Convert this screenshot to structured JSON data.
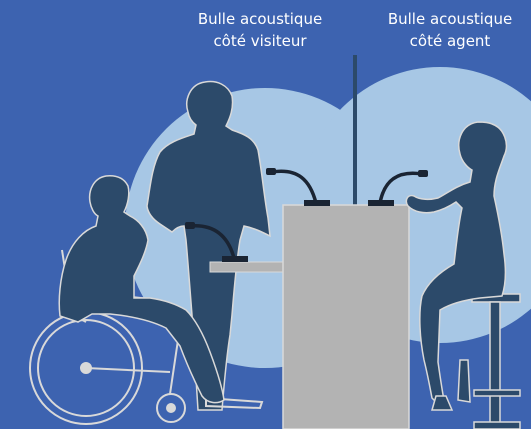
{
  "labels": {
    "visitor_bubble": {
      "line1": "Bulle acoustique",
      "line2": "côté visiteur"
    },
    "agent_bubble": {
      "line1": "Bulle acoustique",
      "line2": "côté agent"
    }
  },
  "colors": {
    "background": "#3d63b0",
    "bubble": "#a7c7e5",
    "silhouette": "#2c4a6a",
    "counter": "#b3b3b3",
    "outline": "#d9d9d9"
  },
  "icons": [
    "wheelchair-user-figure",
    "standing-man-figure",
    "seated-woman-figure",
    "microphone-icon",
    "bar-stool-icon"
  ]
}
